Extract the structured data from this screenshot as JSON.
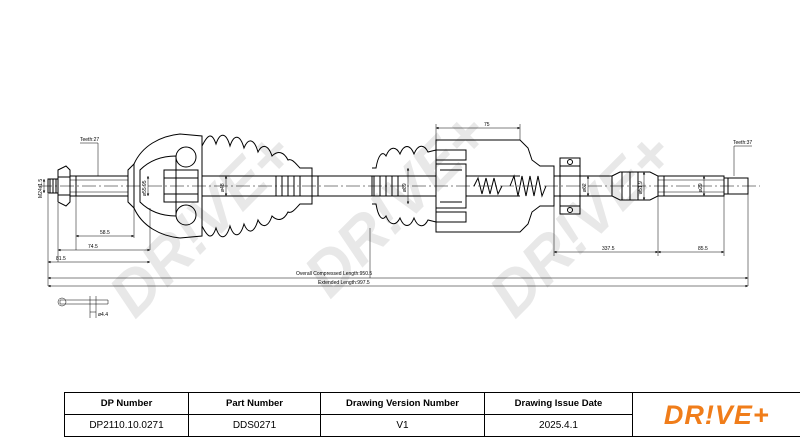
{
  "drawing": {
    "watermark": "DR!VE+",
    "teeth_left": "Teeth:27",
    "teeth_right": "Teeth:37",
    "thread_label": "M24x1.5",
    "dims": {
      "d_559": "ø55.95",
      "d_48": "ø48",
      "d_89": "ø89",
      "d_62": "ø62",
      "d_519": "ø51.9",
      "d_29": "ø29",
      "l_585": "58.5",
      "l_745": "74.5",
      "l_815": "81.5",
      "l_75": "75",
      "l_3375": "337.5",
      "l_855": "85.5",
      "overall": "Overall  Compressed  Length:950.5",
      "extended": "Extended  Length:997.5",
      "pin_d": "ø4.4"
    }
  },
  "title_block": {
    "headers": [
      "DP Number",
      "Part Number",
      "Drawing Version Number",
      "Drawing Issue Date"
    ],
    "values": [
      "DP2110.10.0271",
      "DDS0271",
      "V1",
      "2025.4.1"
    ],
    "logo": "DR!VE+",
    "logo_color": "#f07d1a"
  }
}
